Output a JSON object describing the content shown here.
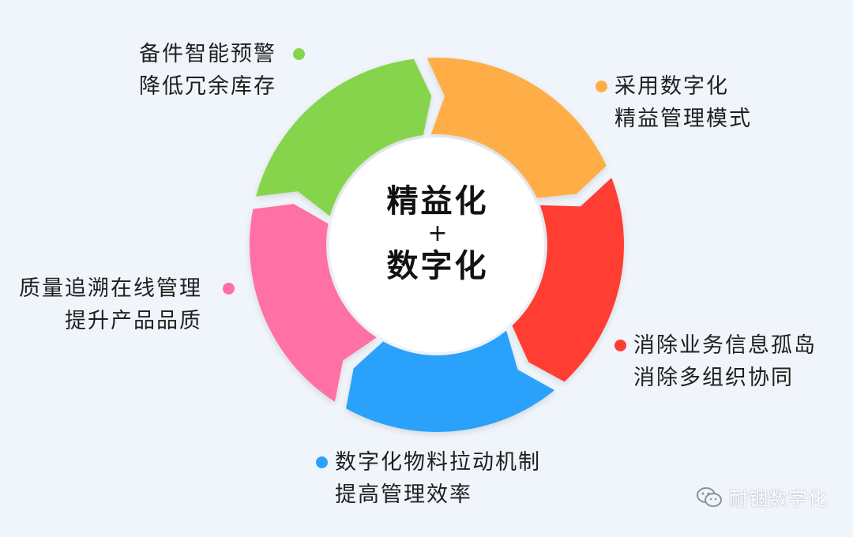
{
  "center": {
    "line1": "精益化",
    "plus": "+",
    "line2": "数字化"
  },
  "segments": [
    {
      "id": "green",
      "color": "#86d44b",
      "lines": [
        "备件智能预警",
        "降低冗余库存"
      ]
    },
    {
      "id": "orange",
      "color": "#ffae46",
      "lines": [
        "采用数字化",
        "精益管理模式"
      ]
    },
    {
      "id": "red",
      "color": "#ff3d33",
      "lines": [
        "消除业务信息孤岛",
        "消除多组织协同"
      ]
    },
    {
      "id": "blue",
      "color": "#2ba1fb",
      "lines": [
        "数字化物料拉动机制",
        "提高管理效率"
      ]
    },
    {
      "id": "pink",
      "color": "#ff6fa4",
      "lines": [
        "质量追溯在线管理",
        "提升产品品质"
      ]
    }
  ],
  "watermark": {
    "text": "耐锢数字化",
    "icon": "wechat-icon"
  }
}
